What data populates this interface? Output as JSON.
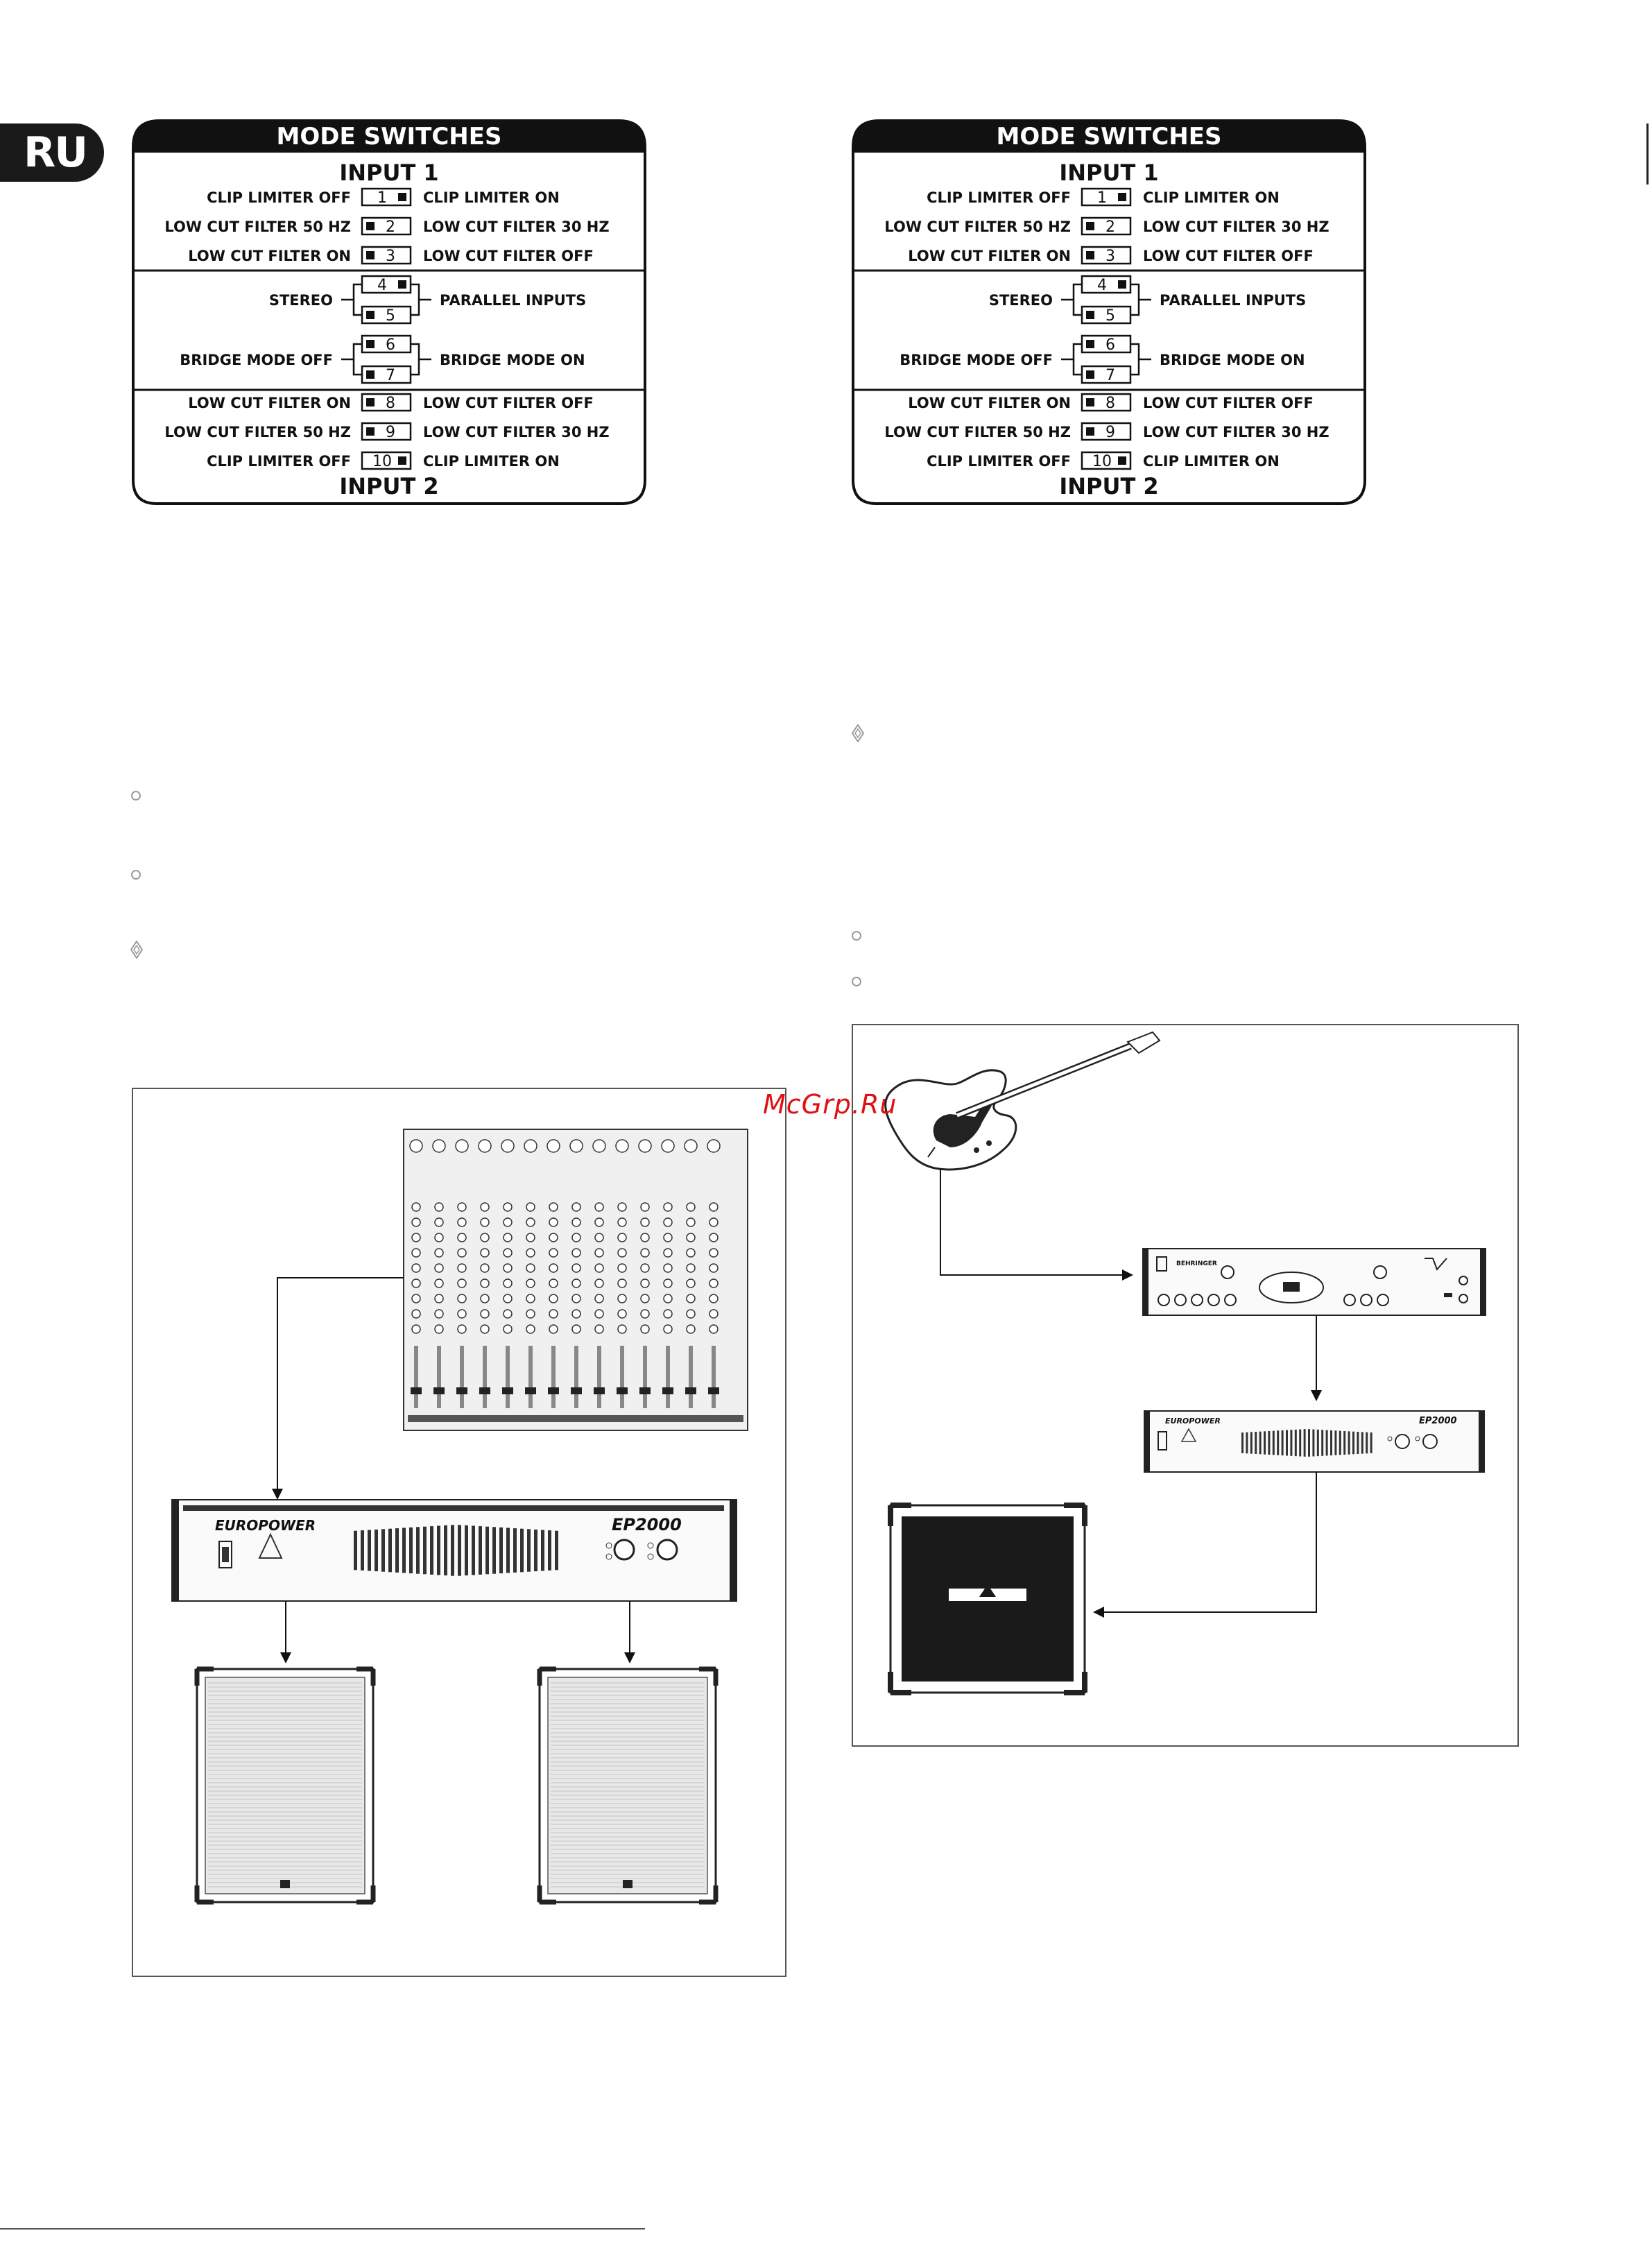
{
  "language_tab": "RU",
  "watermark": "McGrp.Ru",
  "mode_switch_panels": [
    {
      "title": "MODE SWITCHES",
      "input_top": "INPUT 1",
      "input_bottom": "INPUT 2",
      "rows": [
        {
          "left": "CLIP LIMITER OFF",
          "num": "1",
          "right": "CLIP LIMITER ON"
        },
        {
          "left": "LOW CUT FILTER 50 HZ",
          "num": "2",
          "right": "LOW CUT FILTER 30 HZ"
        },
        {
          "left": "LOW CUT FILTER ON",
          "num": "3",
          "right": "LOW CUT FILTER OFF"
        },
        {
          "left": "STEREO",
          "num": "4",
          "right": "PARALLEL INPUTS"
        },
        {
          "left": "",
          "num": "5",
          "right": ""
        },
        {
          "left": "BRIDGE MODE OFF",
          "num": "6",
          "right": "BRIDGE MODE ON"
        },
        {
          "left": "",
          "num": "7",
          "right": ""
        },
        {
          "left": "LOW CUT FILTER ON",
          "num": "8",
          "right": "LOW CUT FILTER OFF"
        },
        {
          "left": "LOW CUT FILTER 50 HZ",
          "num": "9",
          "right": "LOW CUT FILTER 30 HZ"
        },
        {
          "left": "CLIP LIMITER OFF",
          "num": "10",
          "right": "CLIP LIMITER ON"
        }
      ]
    },
    {
      "title": "MODE SWITCHES",
      "input_top": "INPUT 1",
      "input_bottom": "INPUT 2",
      "rows": [
        {
          "left": "CLIP LIMITER OFF",
          "num": "1",
          "right": "CLIP LIMITER ON"
        },
        {
          "left": "LOW CUT FILTER 50 HZ",
          "num": "2",
          "right": "LOW CUT FILTER 30 HZ"
        },
        {
          "left": "LOW CUT FILTER ON",
          "num": "3",
          "right": "LOW CUT FILTER OFF"
        },
        {
          "left": "STEREO",
          "num": "4",
          "right": "PARALLEL INPUTS"
        },
        {
          "left": "",
          "num": "5",
          "right": ""
        },
        {
          "left": "BRIDGE MODE OFF",
          "num": "6",
          "right": "BRIDGE MODE ON"
        },
        {
          "left": "",
          "num": "7",
          "right": ""
        },
        {
          "left": "LOW CUT FILTER ON",
          "num": "8",
          "right": "LOW CUT FILTER OFF"
        },
        {
          "left": "LOW CUT FILTER 50 HZ",
          "num": "9",
          "right": "LOW CUT FILTER 30 HZ"
        },
        {
          "left": "CLIP LIMITER OFF",
          "num": "10",
          "right": "CLIP LIMITER ON"
        }
      ]
    }
  ],
  "figure_left": {
    "amp_brand": "EUROPOWER",
    "amp_model": "EP2000"
  },
  "figure_right": {
    "preamp_brand": "BEHRINGER",
    "amp_brand": "EUROPOWER",
    "amp_model": "EP2000"
  }
}
